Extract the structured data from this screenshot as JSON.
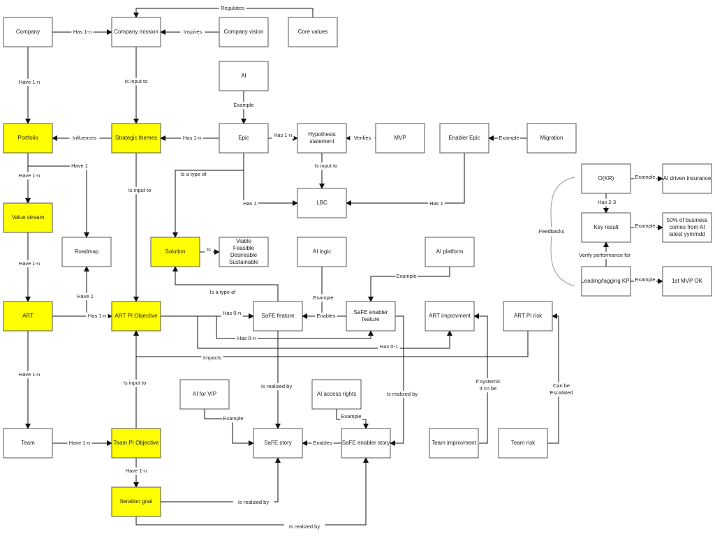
{
  "nodes": {
    "company": [
      "Company"
    ],
    "company_mission": [
      "Company mission"
    ],
    "company_vision": [
      "Company vision"
    ],
    "core_values": [
      "Core values"
    ],
    "ai": [
      "AI"
    ],
    "portfolio": [
      "Portfolio"
    ],
    "strategic_themes": [
      "Strategic themes"
    ],
    "epic": [
      "Epic"
    ],
    "hypothesis_statement": [
      "Hypothesis",
      "statement"
    ],
    "mvp": [
      "MVP"
    ],
    "enabler_epic": [
      "Enabler Epic"
    ],
    "migration": [
      "Migration"
    ],
    "lbc": [
      "LBC"
    ],
    "value_stream": [
      "Value stream"
    ],
    "roadmap": [
      "Roadmap"
    ],
    "solution": [
      "Solution"
    ],
    "solution_qualities": [
      "Viable",
      "Feasible",
      "Desireable",
      "Sustainable"
    ],
    "ai_logic": [
      "AI logic"
    ],
    "ai_platform": [
      "AI platform"
    ],
    "art": [
      "ART"
    ],
    "art_pi_objective": [
      "ART PI Objective"
    ],
    "safe_feature": [
      "SaFE feature"
    ],
    "safe_enabler_feature": [
      "SaFE enabler",
      "feature"
    ],
    "art_improvment": [
      "ART improvment"
    ],
    "art_pi_risk": [
      "ART PI risk"
    ],
    "ai_for_vip": [
      "AI for VIP"
    ],
    "ai_access_rights": [
      "AI access rights"
    ],
    "team": [
      "Team"
    ],
    "team_pi_objective": [
      "Team PI Objective"
    ],
    "safe_story": [
      "SaFE story"
    ],
    "safe_enabler_story": [
      "SaFE enabler story"
    ],
    "team_improvment": [
      "Team improvment"
    ],
    "team_risk": [
      "Team risk"
    ],
    "iteration_goal": [
      "Iteration goal"
    ],
    "okr": [
      "O(KR)"
    ],
    "key_result": [
      "Key result"
    ],
    "leading_lagging_kpi": [
      "Leading/lagging KPI"
    ],
    "ai_driven_insurance": [
      "AI driven insurance"
    ],
    "business_from_ai": [
      "50% of business",
      "comes from AI",
      "latest yymmdd"
    ],
    "first_mvp_ok": [
      "1st MVP OK"
    ]
  },
  "edge_labels": {
    "regulates": "Regulates",
    "company_has": "Has 1-n",
    "inspires": "Inspires",
    "company_have": "Have 1-n",
    "mission_input": "Is input to",
    "ai_example": "Example",
    "influences": "Influences",
    "epic_has_themes": "Has 1-n",
    "epic_has_hypo": "Has 1-n",
    "verifies": "Verifies",
    "migration_example": "Example",
    "portfolio_have_vs": "Have 1-n",
    "portfolio_have_roadmap": "Have 1",
    "is_a_type_of_epic": "Is a type of",
    "themes_input": "Is input to",
    "hypo_input": "Is input to",
    "epic_has_lbc": "Has 1",
    "enabler_has_lbc": "Has 1",
    "solution_is": "Is",
    "vs_have_art": "Have 1-n",
    "art_have_roadmap": "Have 1",
    "art_has_obj": "Has 1-n",
    "is_a_type_of_feature": "Is a type of",
    "ai_logic_example": "Example",
    "ai_platform_example": "Example",
    "enables_feature": "Enables",
    "has_0n_feature": "Has 0-n",
    "has_0n_enabler": "Has 0-n",
    "has_01_impr": "Has 0-1",
    "impacts": "Impacts",
    "art_have_team": "Have 1-n",
    "team_obj_input": "Is input to",
    "feature_realized": "Is realized by",
    "enabler_realized": "Is realized by",
    "if_systemic_1": "If systemic",
    "if_systemic_2": "It cn be",
    "can_be_1": "Can be",
    "can_be_2": "Escalated",
    "ai_vip_example": "Example",
    "ai_access_example": "Example",
    "enables_story": "Enables",
    "team_have_obj": "Have 1-n",
    "team_obj_have_iter": "Have 1-n",
    "iter_realized_story": "Is realized by",
    "iter_realized_enabler": "Is realized by",
    "okr_example": "Example",
    "okr_has": "Has 2-3",
    "kr_example": "Example",
    "verify_perf": "Verify performance for",
    "kpi_example": "Example",
    "feedbacks": "Feedbacks"
  }
}
